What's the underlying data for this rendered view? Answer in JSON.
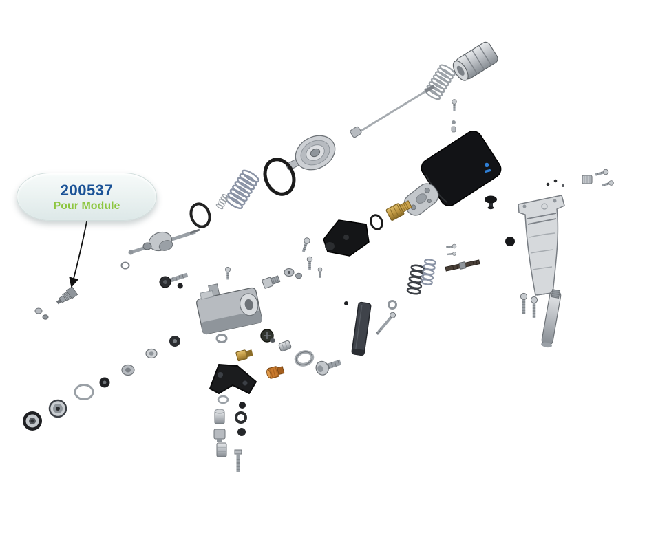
{
  "callout": {
    "part_number": "200537",
    "part_name": "Pour Module"
  },
  "colors": {
    "part_number_blue": "#1a5296",
    "part_name_green": "#8dc63f",
    "callout_background": "#e9f1f0",
    "page_background": "#ffffff",
    "arrow_black": "#111111",
    "brass_gold": "#bb9440",
    "orange_fitting": "#c87a2e",
    "motor_black": "#121316",
    "metal_grey": "#b9bdc2"
  },
  "diagram": {
    "type": "exploded-parts-diagram",
    "subject": "pour module tool assembly",
    "parts": [
      "retainer-nut",
      "drive-spring",
      "piston-rod",
      "drive-pulley",
      "large-o-ring",
      "main-spring",
      "small-spring",
      "medium-o-ring",
      "crankshaft",
      "stud-nut",
      "pour-module-tip",
      "pin-set",
      "ball-bearing-large",
      "ball-bearing-small",
      "shim-ring",
      "seal-washer",
      "bearing-cap",
      "sleeve",
      "retainer-ring",
      "motor-housing",
      "gasket",
      "brass-inlet-fitting",
      "small-o-ring",
      "cam-block",
      "screw-set",
      "valve-body",
      "needle-adjuster",
      "spacer-cylinder",
      "brass-fitting",
      "spacer-washer",
      "orange-fitting",
      "thrust-washer",
      "shoulder-bolt",
      "clamp-bracket",
      "hardware-stack",
      "link-plate",
      "link-screw",
      "link-ring",
      "return-springs",
      "threaded-rod",
      "set-screws",
      "knob",
      "trigger-button",
      "handle-grip",
      "handle-pins",
      "mount-block",
      "mount-screws",
      "grip-screws",
      "handle-tube"
    ]
  }
}
